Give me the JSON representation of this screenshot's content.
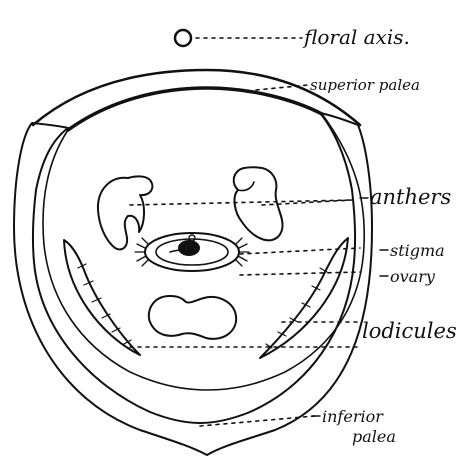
{
  "diagram": {
    "labels": {
      "floral_axis": "floral axis.",
      "superior_palea": "superior palea",
      "anthers": "anthers",
      "stigma": "stigma",
      "ovary": "ovary",
      "lodicules": "lodicules",
      "inferior_line1": "inferior",
      "inferior_line2": "palea"
    },
    "colors": {
      "ink": "#111111",
      "paper": "#ffffff"
    }
  }
}
